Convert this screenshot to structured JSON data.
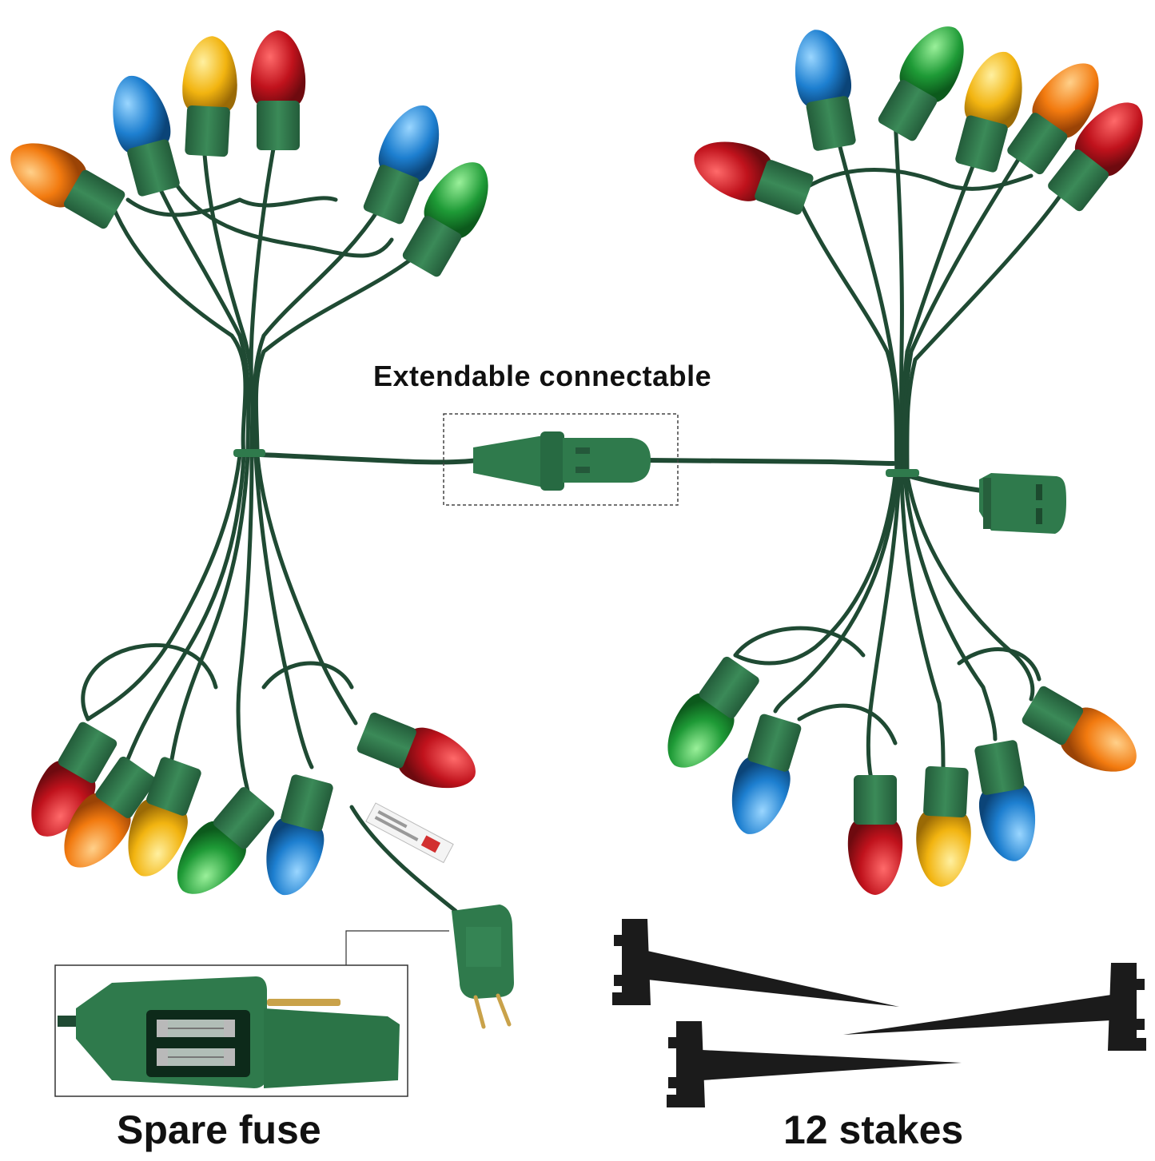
{
  "captions": {
    "extendable": "Extendable connectable",
    "spare_fuse": "Spare fuse",
    "stakes": "12 stakes"
  },
  "colors": {
    "background": "#ffffff",
    "wire": "#1f4a33",
    "socket": "#2f7a4c",
    "socket_dark": "#235c3a",
    "bulb_red": "#c0121c",
    "bulb_orange": "#f27a0f",
    "bulb_yellow": "#f2b410",
    "bulb_green": "#1e9a36",
    "bulb_blue": "#1d7fd0",
    "stake": "#1b1b1b",
    "prong": "#c9a24a",
    "box_border": "#333333"
  },
  "icons": {
    "bulb": "c7-christmas-bulb",
    "plug": "male-plug",
    "connector": "end-connector",
    "stake": "ground-stake",
    "fuse": "glass-fuse"
  }
}
